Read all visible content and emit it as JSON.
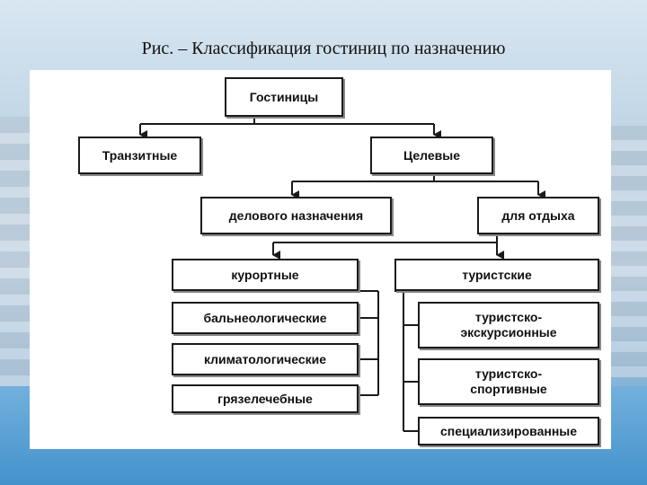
{
  "caption": "Рис. – Классификация гостиниц по назначению",
  "diagram": {
    "root": "Гостиницы",
    "transit": "Транзитные",
    "target": "Целевые",
    "business": "делового назначения",
    "leisure": "для отдыха",
    "resort": "курортные",
    "tourist": "туристские",
    "resort_types": [
      "бальнеологические",
      "климатологические",
      "грязелечебные"
    ],
    "tourist_types": [
      "туристско-\nэкскурсионные",
      "туристско-\nспортивные",
      "специализированные"
    ]
  },
  "colors": {
    "line": "#1a1a1a",
    "panel": "#ffffff"
  }
}
